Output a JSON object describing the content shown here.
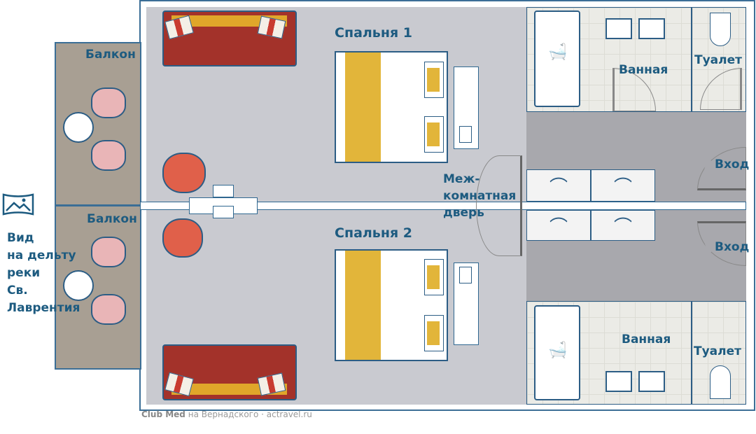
{
  "labels": {
    "balcony_top": "Балкон",
    "balcony_bottom": "Балкон",
    "view_lines": [
      "Вид",
      "на дельту",
      "реки",
      "Св.",
      "Лаврентия"
    ],
    "bedroom1": "Спальня 1",
    "bedroom2": "Спальня 2",
    "connecting_door_lines": [
      "Меж-",
      "комнатная",
      "дверь"
    ],
    "bathroom_top": "Ванная",
    "toilet_top": "Туалет",
    "entrance_top": "Вход",
    "entrance_bottom": "Вход",
    "bathroom_bottom": "Ванная",
    "toilet_bottom": "Туалет"
  },
  "watermark": {
    "brand": "Club Med",
    "text": "на Вернадского · actravel.ru"
  },
  "icons": [
    "landscape-icon",
    "hanger-icon",
    "bathtub-icon",
    "safe-icon"
  ],
  "colors": {
    "text": "#1d5b80",
    "wall": "#2c5d85",
    "room": "#c9cad0",
    "corridor": "#a8a8ad",
    "balcony": "#a89f93",
    "sofa": "#a3322a",
    "accent": "#e2b53a"
  }
}
